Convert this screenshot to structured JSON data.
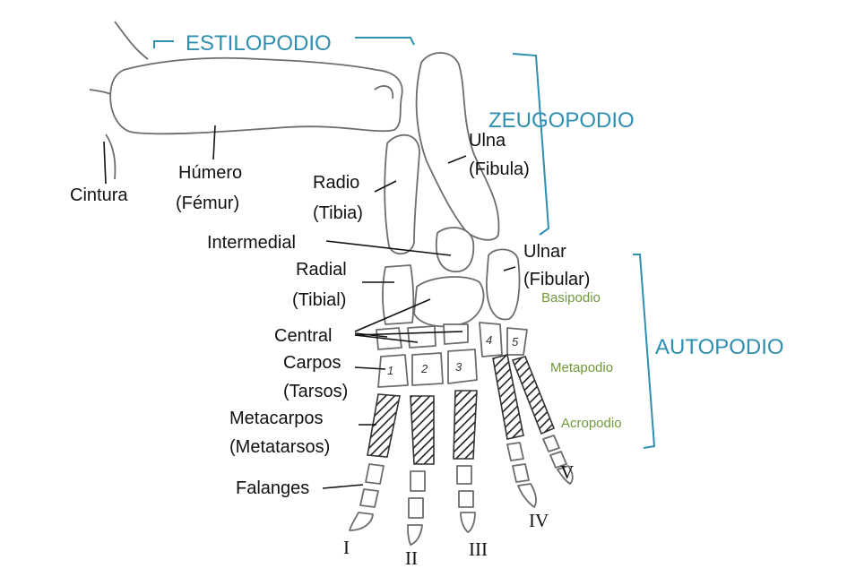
{
  "sections": {
    "stylopod": "ESTILOPODIO",
    "zeugopod": "ZEUGOPODIO",
    "autopod": "AUTOPODIO"
  },
  "subregions": {
    "basipod": "Basipodio",
    "metapod": "Metapodio",
    "acropod": "Acropodio"
  },
  "labels": {
    "girdle": "Cintura",
    "humerus_1": "Húmero",
    "humerus_2": "(Fémur)",
    "radius_1": "Radio",
    "radius_2": "(Tibia)",
    "ulna_1": "Ulna",
    "ulna_2": "(Fibula)",
    "intermedial": "Intermedial",
    "radial_1": "Radial",
    "radial_2": "(Tibial)",
    "ulnar_1": "Ulnar",
    "ulnar_2": "(Fibular)",
    "central": "Central",
    "carpals_1": "Carpos",
    "carpals_2": "(Tarsos)",
    "metacarpals_1": "Metacarpos",
    "metacarpals_2": "(Metatarsos)",
    "phalanges": "Falanges"
  },
  "digits": [
    "I",
    "II",
    "III",
    "IV",
    "V"
  ],
  "carpal_numbers": [
    "1",
    "2",
    "3",
    "4",
    "5"
  ],
  "colors": {
    "section": "#2f8fb0",
    "subregion": "#6f9a3a",
    "outline": "#6d6d6d",
    "text": "#111111"
  }
}
